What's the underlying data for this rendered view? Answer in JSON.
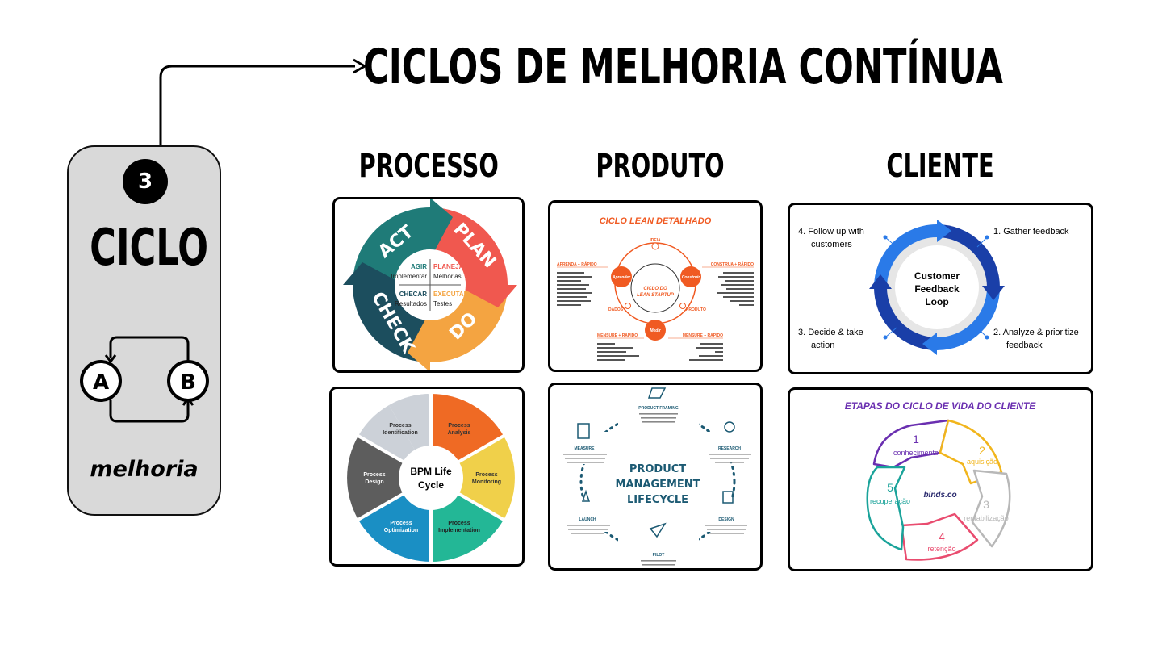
{
  "title": "CICLOS DE MELHORIA CONTÍNUA",
  "side_card": {
    "badge": "3",
    "title": "CICLO",
    "node_a": "A",
    "node_b": "B",
    "footer": "melhoria"
  },
  "columns": {
    "processo": "PROCESSO",
    "produto": "PRODUTO",
    "cliente": "CLIENTE"
  },
  "pdca": {
    "act": "ACT",
    "plan": "PLAN",
    "do": "DO",
    "check": "CHECK",
    "agir": "AGIR",
    "implementar": "Implementar",
    "planejar": "PLANEJAR",
    "melhorias": "Melhorias",
    "checar": "CHECAR",
    "resultados": "Resultados",
    "executar": "EXECUTAR",
    "testes": "Testes",
    "colors": {
      "act": "#1f7b78",
      "plan": "#f0584f",
      "do": "#f4a441",
      "check": "#1c4e5e"
    }
  },
  "lean": {
    "title": "CICLO LEAN DETALHADO",
    "ideia": "IDEIA",
    "aprenda": "APRENDA + RÁPIDO",
    "construa": "CONSTRUA + RÁPIDO",
    "aprender": "Aprender",
    "construir": "Construir",
    "center1": "CICLO DO",
    "center2": "LEAN STARTUP",
    "dados": "DADOS",
    "produto": "PRODUTO",
    "medir": "Medir",
    "mensure1": "MENSURE + RÁPIDO",
    "mensure2": "MENSURE + RÁPIDO",
    "color": "#f05a22"
  },
  "feedback": {
    "center1": "Customer",
    "center2": "Feedback",
    "center3": "Loop",
    "s4a": "4.  Follow up with",
    "s4b": "customers",
    "s1": "1.   Gather feedback",
    "s3a": "3.  Decide & take",
    "s3b": "action",
    "s2a": "2.   Analyze & prioritize",
    "s2b": "feedback"
  },
  "bpm": {
    "center1": "BPM Life",
    "center2": "Cycle",
    "seg1a": "Process",
    "seg1b": "Identification",
    "seg2a": "Process",
    "seg2b": "Analysis",
    "seg3a": "Process",
    "seg3b": "Monitoring",
    "seg4a": "Process",
    "seg4b": "Implementation",
    "seg5a": "Process",
    "seg5b": "Optimization",
    "seg6a": "Process",
    "seg6b": "Design"
  },
  "pml": {
    "center1": "PRODUCT",
    "center2": "MANAGEMENT",
    "center3": "LIFECYCLE",
    "framing": "PRODUCT FRAMING",
    "research": "RESEARCH",
    "design": "DESIGN",
    "pilot": "PILOT",
    "launch": "LAUNCH",
    "measure": "MEASURE",
    "color": "#1c5a73"
  },
  "lifecycle": {
    "title": "ETAPAS DO CICLO DE VIDA DO CLIENTE",
    "center": "binds.co",
    "n1": "1",
    "l1": "conhecimento",
    "n2": "2",
    "l2": "aquisição",
    "n3": "3",
    "l3": "rentabilização",
    "n4": "4",
    "l4": "retenção",
    "n5": "5",
    "l5": "recuperação",
    "colors": {
      "s1": "#6a2fb0",
      "s2": "#f1b51c",
      "s3": "#b8b8b8",
      "s4": "#e94c6f",
      "s5": "#1aa39a"
    }
  }
}
